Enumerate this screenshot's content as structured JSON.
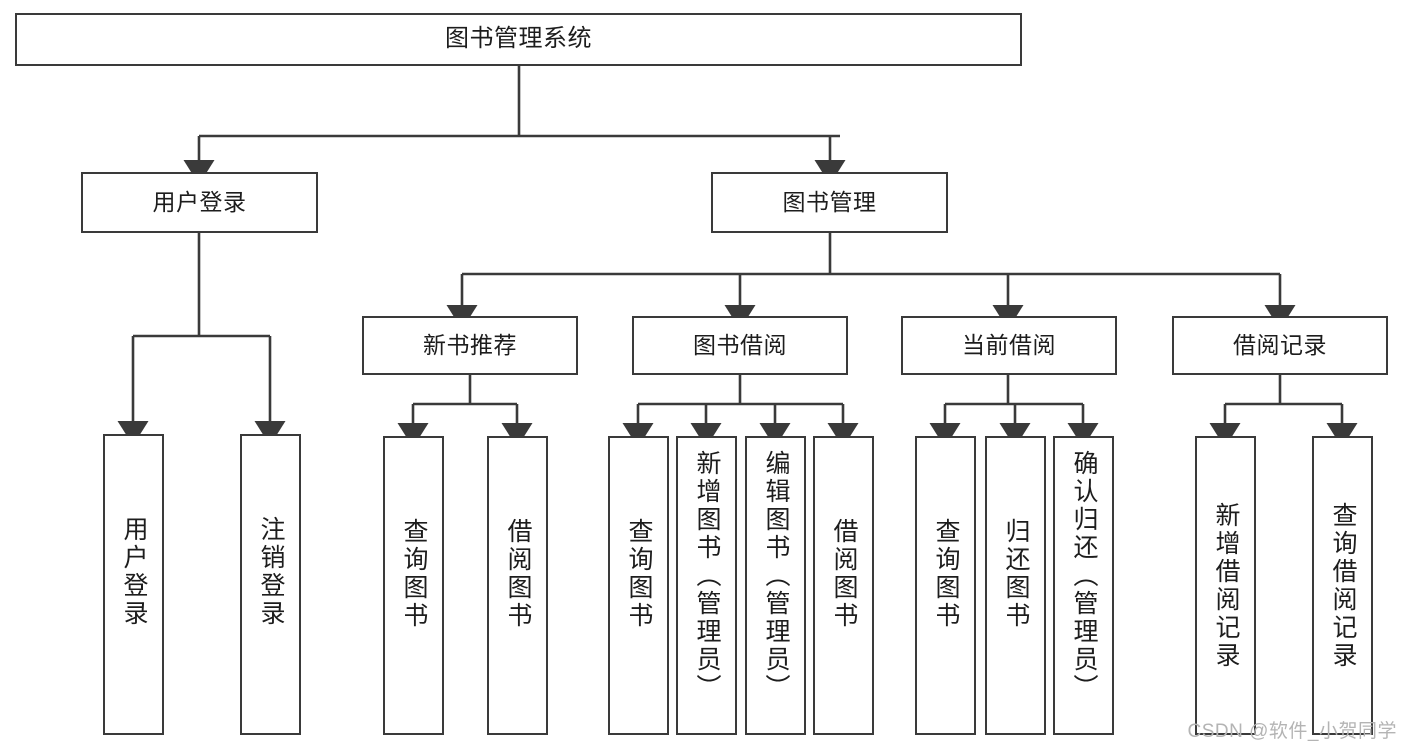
{
  "diagram": {
    "title_node": {
      "id": "root",
      "label": "图书管理系统"
    },
    "level2": [
      {
        "id": "user-login",
        "label": "用户登录"
      },
      {
        "id": "book-manage",
        "label": "图书管理"
      }
    ],
    "level3": [
      {
        "id": "new-book-recommend",
        "label": "新书推荐"
      },
      {
        "id": "book-borrow",
        "label": "图书借阅"
      },
      {
        "id": "current-borrow",
        "label": "当前借阅"
      },
      {
        "id": "borrow-record",
        "label": "借阅记录"
      }
    ],
    "leaves": {
      "user_login": [
        {
          "id": "leaf-user-login",
          "label": "用户登录"
        },
        {
          "id": "leaf-logout-login",
          "label": "注销登录"
        }
      ],
      "new_book_recommend": [
        {
          "id": "leaf-query-book-1",
          "label": "查询图书"
        },
        {
          "id": "leaf-borrow-book-1",
          "label": "借阅图书"
        }
      ],
      "book_borrow": [
        {
          "id": "leaf-query-book-2",
          "label": "查询图书"
        },
        {
          "id": "leaf-add-book",
          "label": "新增图书（管理员）"
        },
        {
          "id": "leaf-edit-book",
          "label": "编辑图书（管理员）"
        },
        {
          "id": "leaf-borrow-book-2",
          "label": "借阅图书"
        }
      ],
      "current_borrow": [
        {
          "id": "leaf-query-book-3",
          "label": "查询图书"
        },
        {
          "id": "leaf-return-book",
          "label": "归还图书"
        },
        {
          "id": "leaf-confirm-return",
          "label": "确认归还（管理员）"
        }
      ],
      "borrow_record": [
        {
          "id": "leaf-add-record",
          "label": "新增借阅记录"
        },
        {
          "id": "leaf-query-record",
          "label": "查询借阅记录"
        }
      ]
    }
  },
  "watermark": {
    "text": "CSDN @软件_小贺同学"
  },
  "colors": {
    "stroke": "#3a3a3a",
    "fill": "#ffffff",
    "text": "#1d1d1d",
    "watermark": "#b4b4b4"
  }
}
